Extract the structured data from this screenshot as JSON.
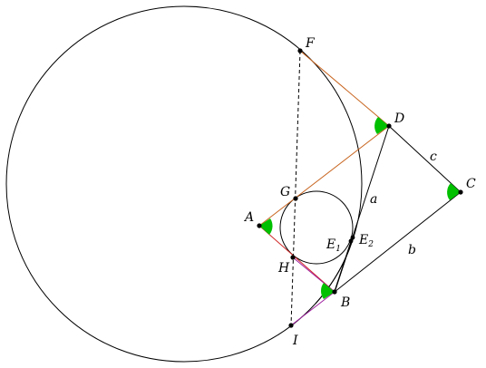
{
  "diagram": {
    "points": {
      "A": "A",
      "B": "B",
      "C": "C",
      "D": "D",
      "F": "F",
      "G": "G",
      "H": "H",
      "I": "I"
    },
    "E1": {
      "base": "E",
      "sub": "1"
    },
    "E2": {
      "base": "E",
      "sub": "2"
    },
    "sides": {
      "a": "a",
      "b": "b",
      "c": "c"
    },
    "colors": {
      "stroke": "#000000",
      "orange": "#c8641e",
      "red": "#d22828",
      "purple": "#a020a0",
      "angle_fill": "#00c000"
    }
  }
}
